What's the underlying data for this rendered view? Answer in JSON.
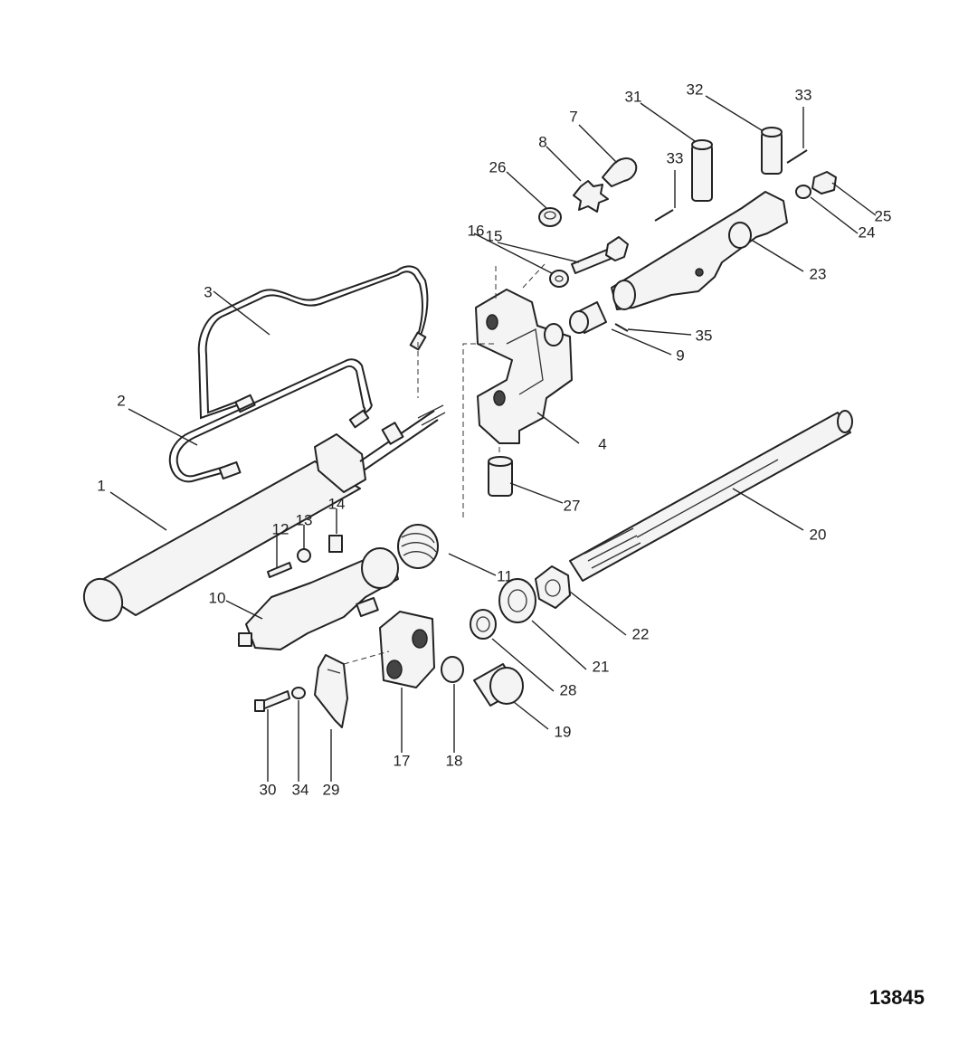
{
  "figure_number": "13845",
  "callouts": [
    "1",
    "2",
    "3",
    "4",
    "7",
    "8",
    "9",
    "10",
    "11",
    "12",
    "13",
    "14",
    "15",
    "16",
    "17",
    "18",
    "19",
    "20",
    "21",
    "22",
    "23",
    "24",
    "25",
    "26",
    "27",
    "28",
    "29",
    "30",
    "31",
    "32",
    "33",
    "33",
    "34",
    "35"
  ]
}
